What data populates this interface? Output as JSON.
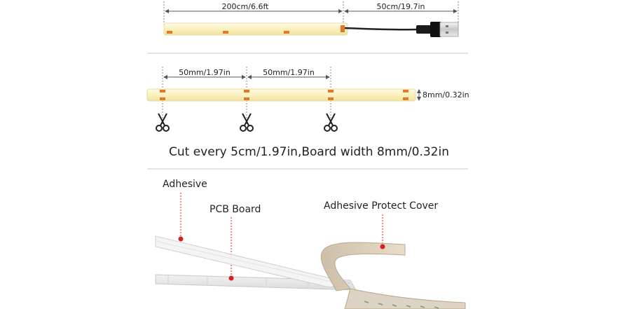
{
  "section1": {
    "strip_length": "200cm/6.6ft",
    "cable_length": "50cm/19.7in"
  },
  "section2": {
    "segment_1": "50mm/1.97in",
    "segment_2": "50mm/1.97in",
    "board_width": "8mm/0.32in",
    "caption": "Cut every 5cm/1.97in,Board width 8mm/0.32in"
  },
  "section3": {
    "adhesive_label": "Adhesive",
    "pcb_label": "PCB Board",
    "protect_cover_label": "Adhesive Protect Cover"
  },
  "colors": {
    "strip": "#fbf2c4",
    "copper_pad": "#e07a2a",
    "marker_red": "#d42020",
    "divider": "#c8c8c8",
    "cable": "#222222"
  },
  "icons": [
    "scissors-icon",
    "usb-plug-icon"
  ]
}
